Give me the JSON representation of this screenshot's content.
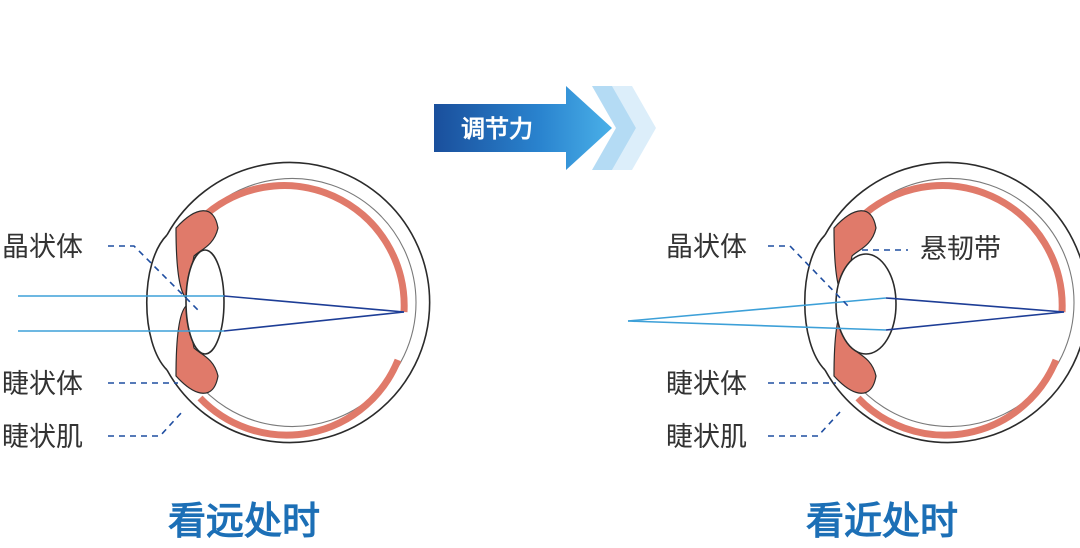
{
  "arrow": {
    "label": "调节力",
    "color": "#1c6fb6"
  },
  "left_eye": {
    "caption": "看远处时",
    "labels": {
      "lens": "晶状体",
      "ciliary_body": "睫状体",
      "ciliary_muscle": "睫状肌"
    }
  },
  "right_eye": {
    "caption": "看近处时",
    "labels": {
      "lens": "晶状体",
      "zonule": "悬韧带",
      "ciliary_body": "睫状体",
      "ciliary_muscle": "睫状肌"
    }
  },
  "colors": {
    "caption": "#1c6fb6",
    "muscle": "#e07a6a",
    "near_ray": "#3da0d8",
    "far_ray": "#1d3d96"
  }
}
